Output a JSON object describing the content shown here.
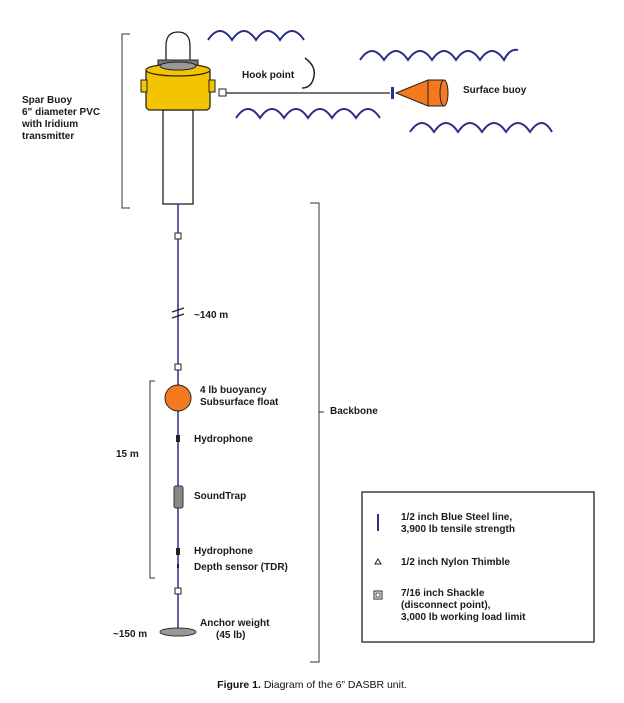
{
  "diagram": {
    "labels": {
      "spar_buoy": [
        "Spar Buoy",
        "6\" diameter PVC",
        "with Iridium",
        "transmitter"
      ],
      "hook_point": "Hook point",
      "surface_buoy": "Surface buoy",
      "distance_140": "~140 m",
      "float": [
        "4 lb buoyancy",
        "Subsurface float"
      ],
      "backbone": "Backbone",
      "section_15m": "15 m",
      "hydrophone_upper": "Hydrophone",
      "soundtrap": "SoundTrap",
      "hydrophone_lower": "Hydrophone",
      "depth_sensor": "Depth sensor (TDR)",
      "anchor": [
        "Anchor weight",
        "(45 lb)"
      ],
      "depth_150": "~150 m"
    },
    "legend": [
      {
        "symbol": "blue-steel-line",
        "text": [
          "1/2 inch Blue Steel line,",
          "3,900 lb tensile strength"
        ]
      },
      {
        "symbol": "nylon-thimble",
        "text": [
          "1/2 inch Nylon Thimble"
        ]
      },
      {
        "symbol": "shackle",
        "text": [
          "7/16 inch Shackle",
          "(disconnect point),",
          "3,000 lb working load limit"
        ]
      }
    ],
    "colors": {
      "buoy_collar": "#f5c400",
      "float": "#f47a20",
      "line": "#2c2e8c",
      "waves": "#2c2e8c",
      "surface_buoy": "#f47a20"
    }
  },
  "caption": {
    "label": "Figure 1.",
    "text": " Diagram of the 6” DASBR unit."
  }
}
